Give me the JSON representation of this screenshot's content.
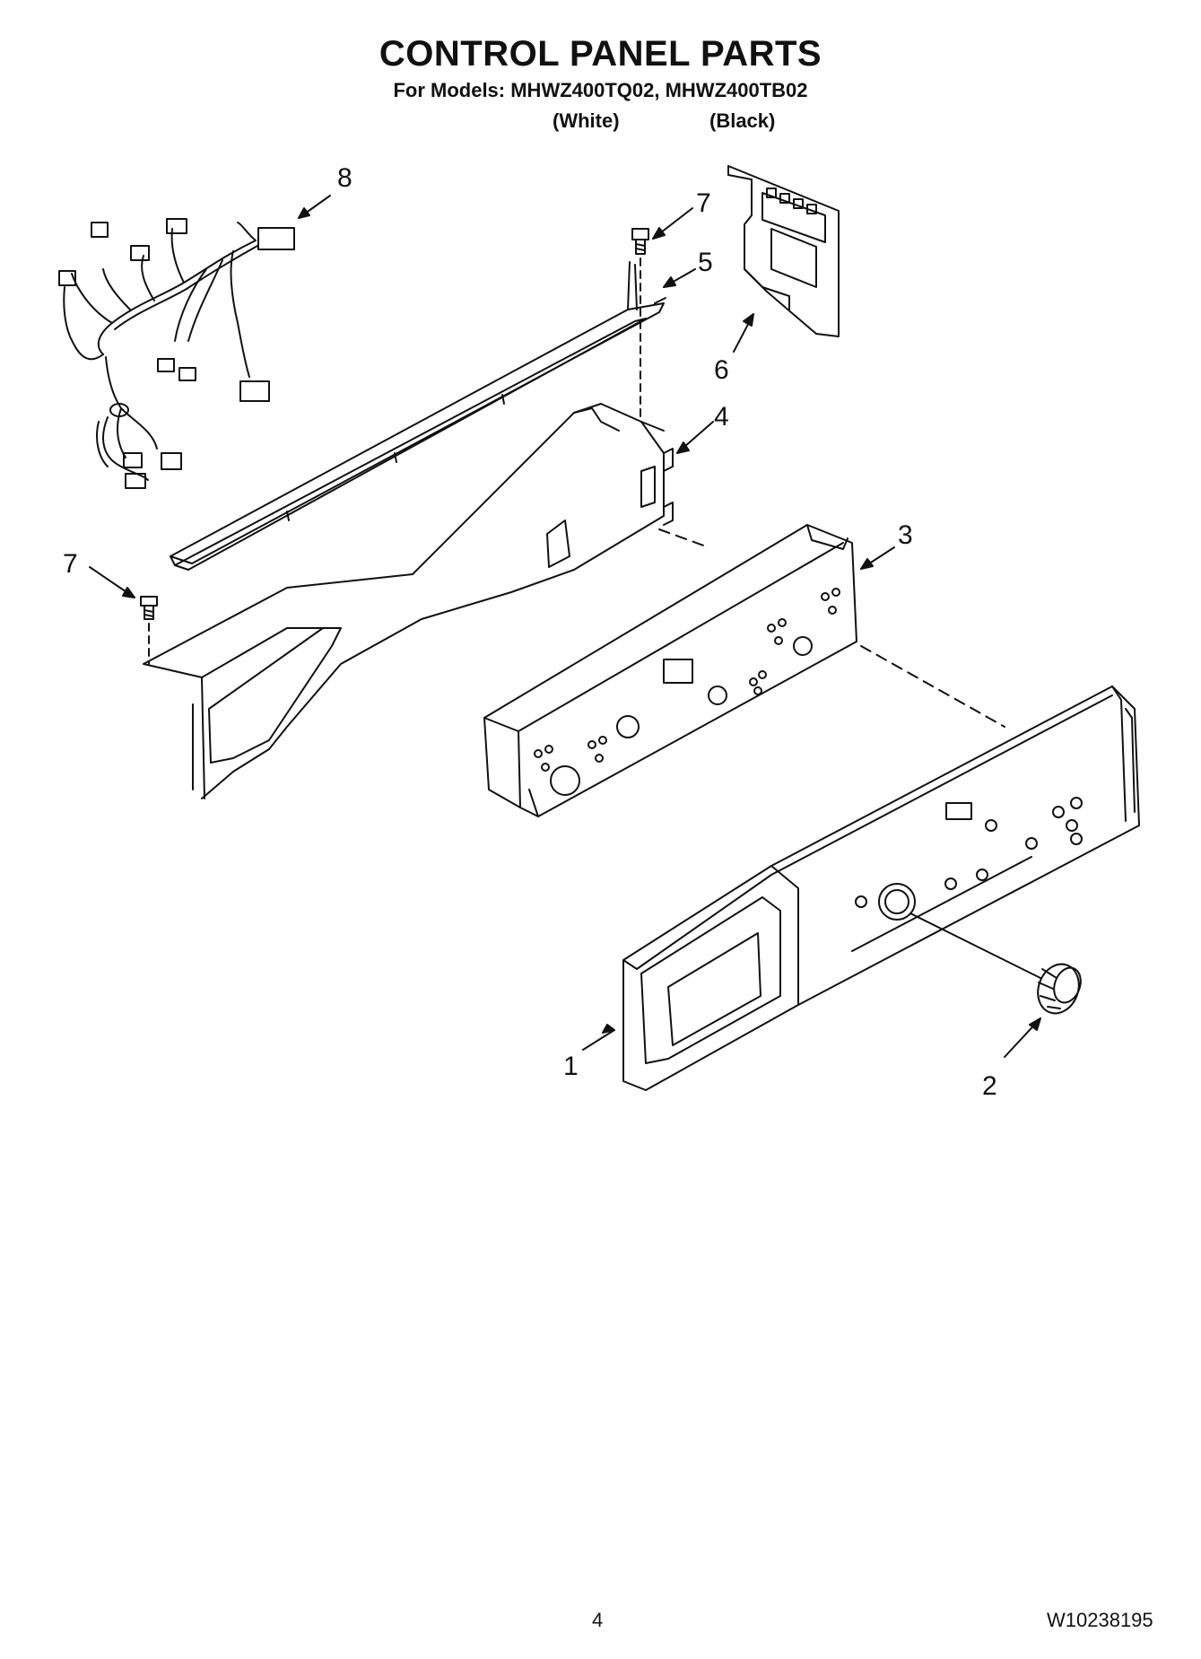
{
  "header": {
    "title": "CONTROL PANEL PARTS",
    "models_line": "For Models: MHWZ400TQ02, MHWZ400TB02",
    "variant_white": "(White)",
    "variant_black": "(Black)"
  },
  "diagram": {
    "callouts": [
      "8",
      "7",
      "5",
      "6",
      "4",
      "7",
      "3",
      "1",
      "2"
    ]
  },
  "footer": {
    "page_number": "4",
    "doc_number": "W10238195"
  },
  "colors": {
    "line": "#111111",
    "paper": "#ffffff"
  }
}
